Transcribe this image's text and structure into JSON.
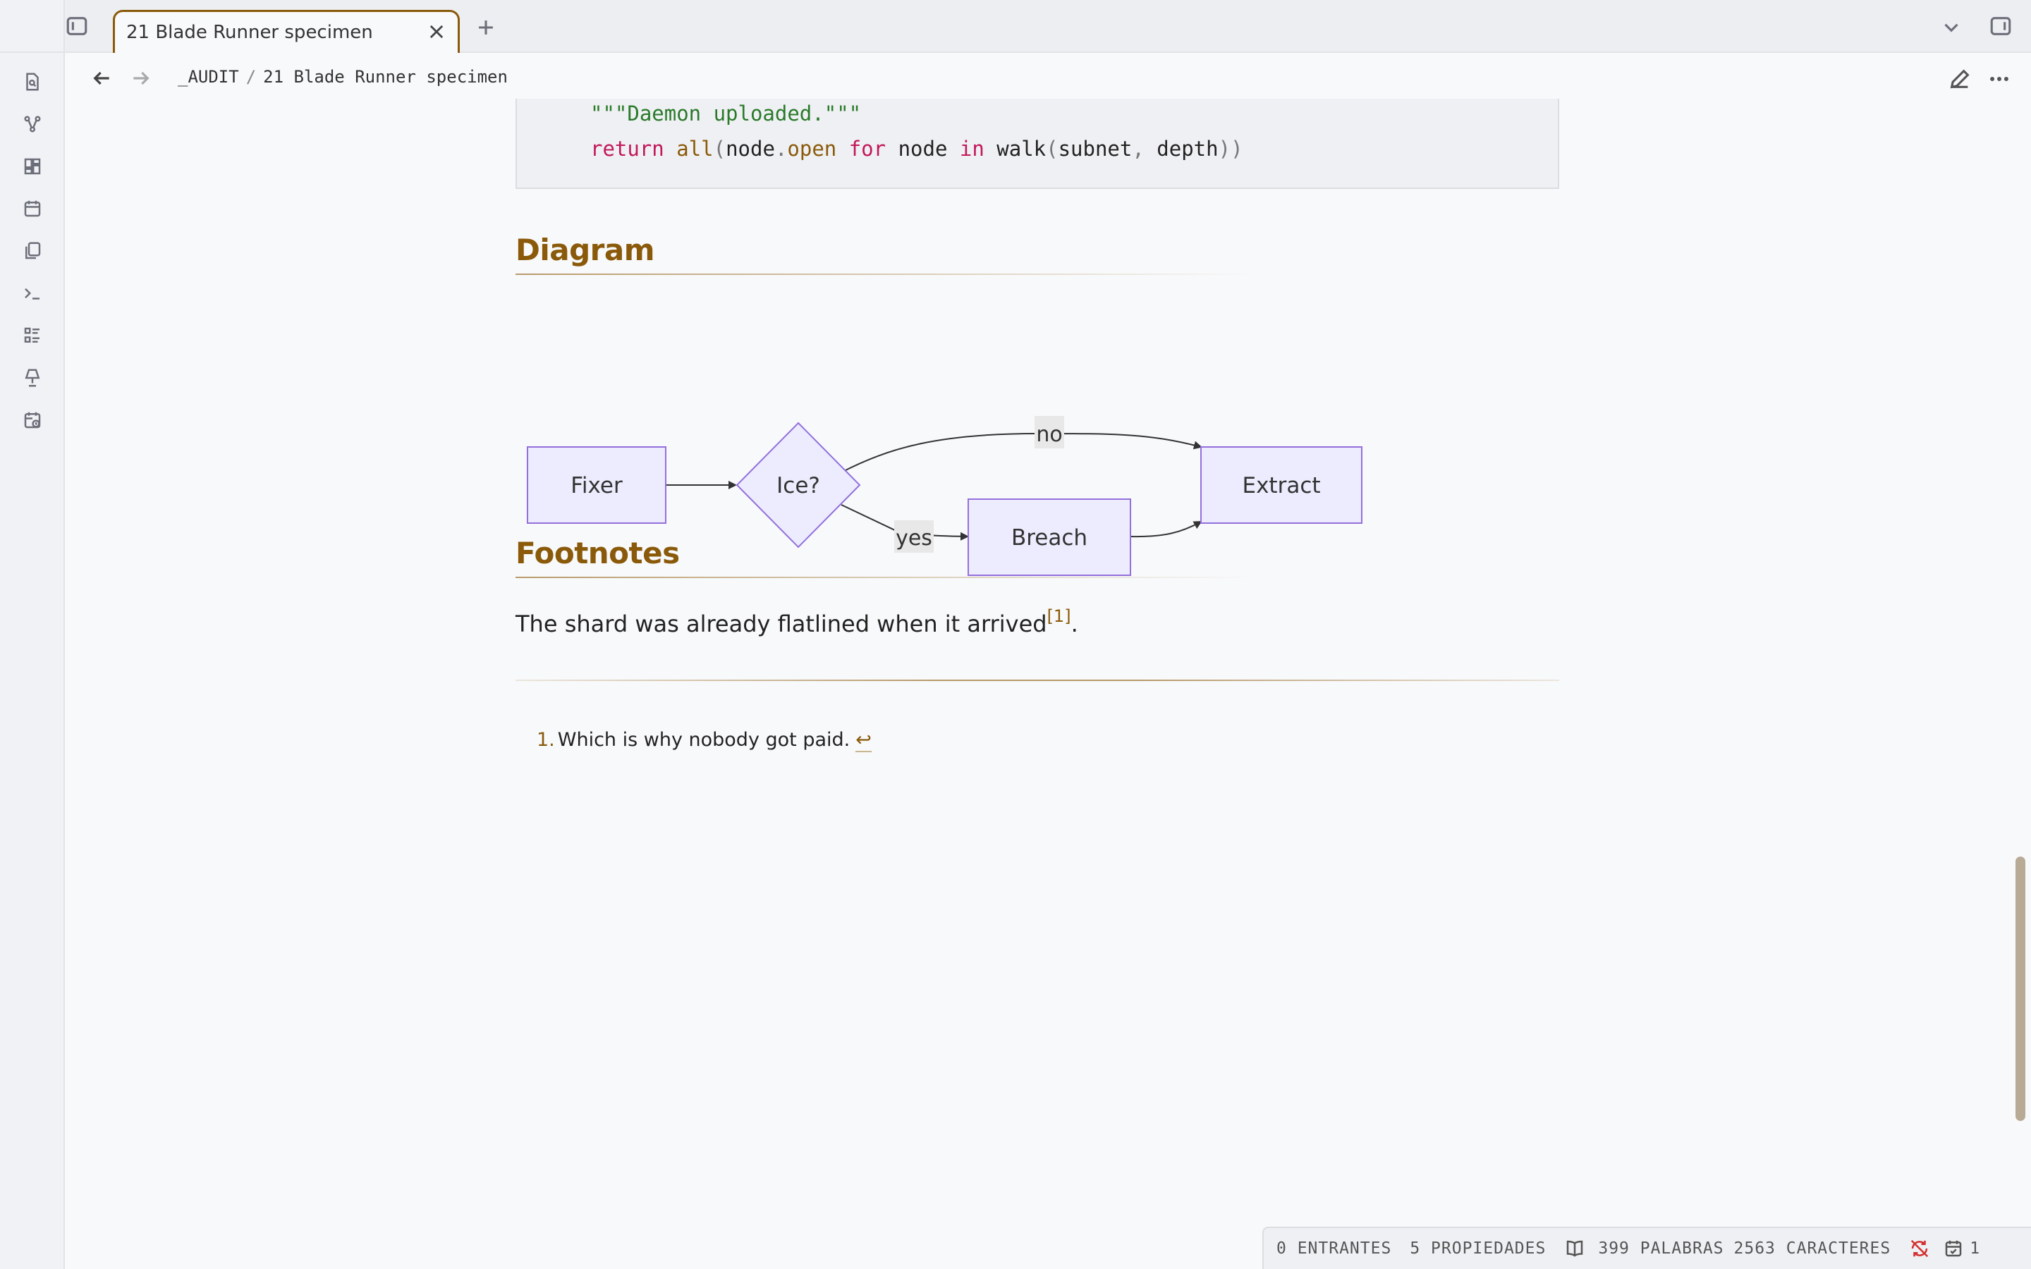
{
  "tabs": {
    "active_title": "21 Blade Runner specimen"
  },
  "breadcrumb": {
    "folder": "_AUDIT",
    "separator": "/",
    "note": "21 Blade Runner specimen"
  },
  "code": {
    "docstring": "\"\"\"Daemon uploaded.\"\"\"",
    "return_kw": "return",
    "all_fn": "all",
    "open_paren": "(",
    "node1": "node",
    "dot": ".",
    "open_attr": "open",
    "for_kw": "for",
    "node2": "node",
    "in_kw": "in",
    "walk_fn": "walk",
    "paren2": "(",
    "subnet": "subnet",
    "comma": ",",
    "depth": "depth",
    "close_parens": "))"
  },
  "sections": {
    "diagram_heading": "Diagram",
    "footnotes_heading": "Footnotes"
  },
  "diagram": {
    "nodes": {
      "fixer": "Fixer",
      "ice": "Ice?",
      "breach": "Breach",
      "extract": "Extract"
    },
    "edges": {
      "no": "no",
      "yes": "yes"
    }
  },
  "footnote": {
    "paragraph": "The shard was already flatlined when it arrived",
    "ref": "[1]",
    "period": ".",
    "item_number": "1.",
    "item_text": "Which is why nobody got paid.",
    "backref": "↩"
  },
  "status": {
    "backlinks": "0 ENTRANTES",
    "properties": "5 PROPIEDADES",
    "words": "399 PALABRAS",
    "chars": "2563 CARACTERES",
    "tasks": "1"
  },
  "colors": {
    "accent": "#8a5a0a",
    "node_fill": "#ececfe",
    "node_stroke": "#9370db"
  }
}
